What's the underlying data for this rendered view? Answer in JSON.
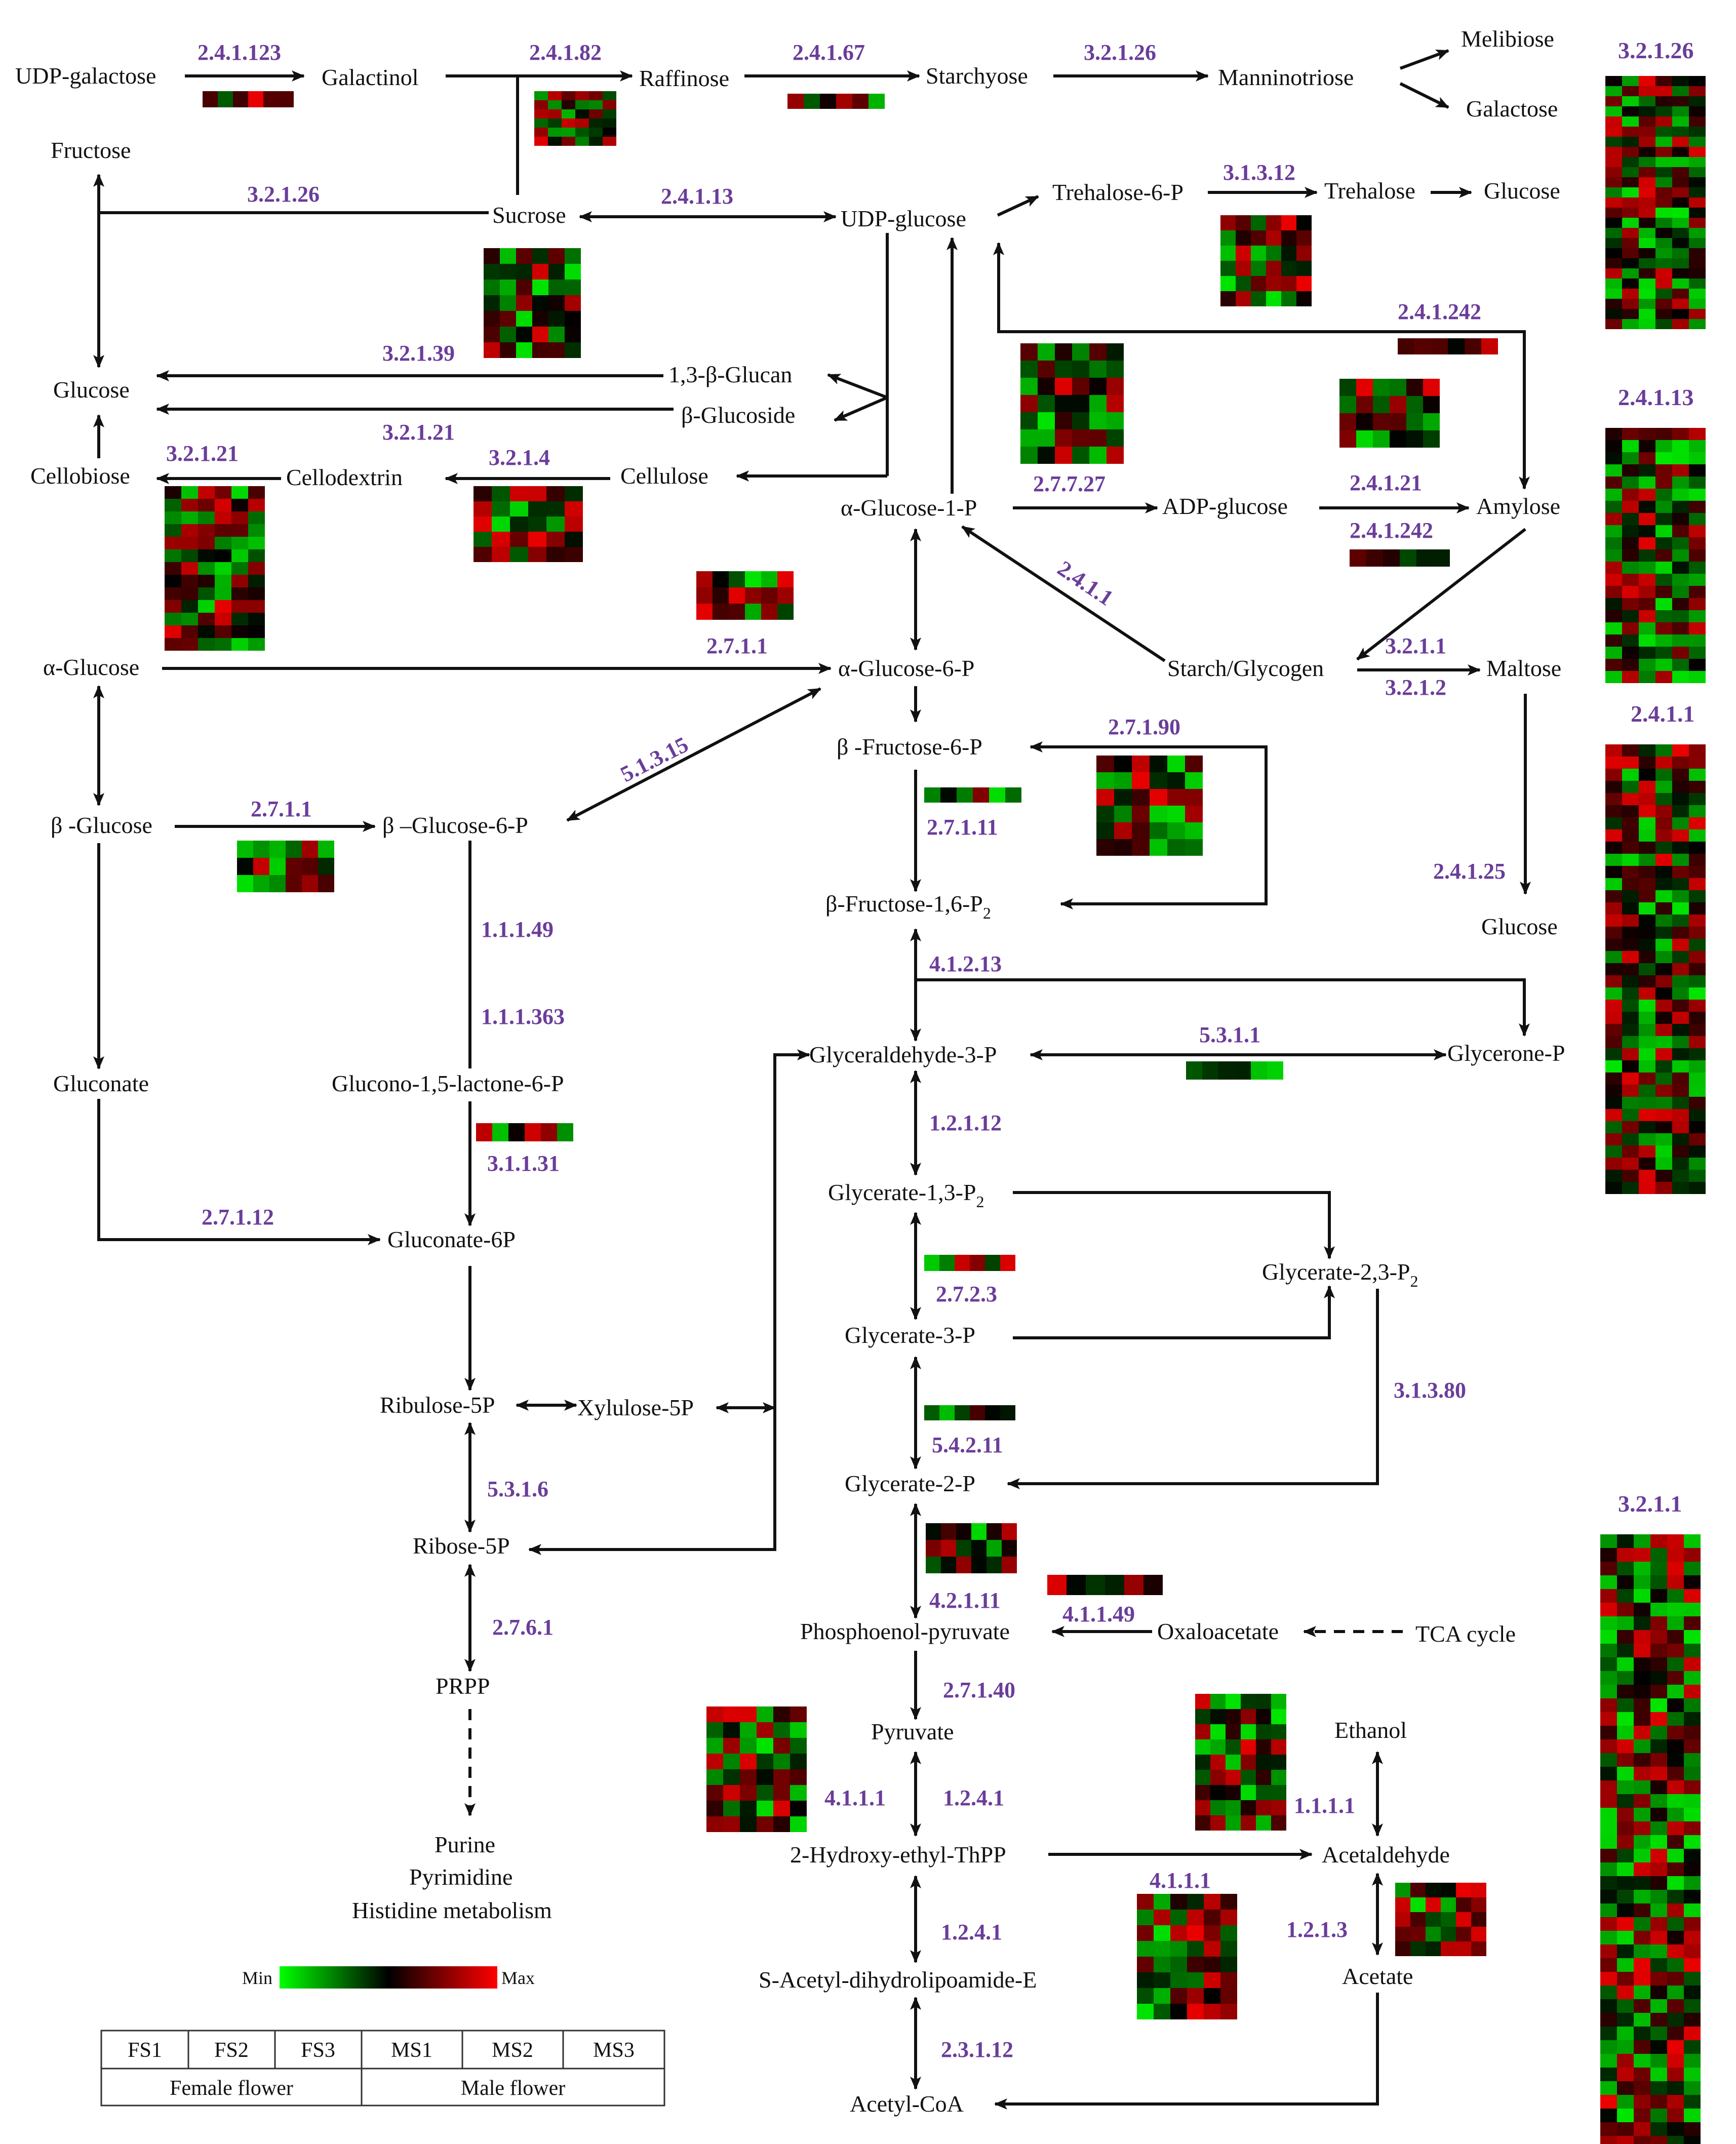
{
  "metabolites": {
    "udp_galactose": "UDP-galactose",
    "galactinol": "Galactinol",
    "raffinose": "Raffinose",
    "starchyose": "Starchyose",
    "manninotriose": "Manninotriose",
    "melibiose": "Melibiose",
    "galactose": "Galactose",
    "fructose": "Fructose",
    "sucrose": "Sucrose",
    "udp_glucose": "UDP-glucose",
    "trehalose_6_p": "Trehalose-6-P",
    "trehalose": "Trehalose",
    "glucose_top": "Glucose",
    "glucose_left": "Glucose",
    "glucan": "1,3-β-Glucan",
    "glucoside": "β-Glucoside",
    "cellobiose": "Cellobiose",
    "cellodextrin": "Cellodextrin",
    "cellulose": "Cellulose",
    "a_glucose_1_p": "α-Glucose-1-P",
    "adp_glucose": "ADP-glucose",
    "amylose": "Amylose",
    "a_glucose": "α-Glucose",
    "a_glucose_6_p": "α-Glucose-6-P",
    "starch": "Starch/Glycogen",
    "maltose": "Maltose",
    "b_fructose_6_p": "β -Fructose-6-P",
    "b_glucose": "β -Glucose",
    "b_glucose_6_p": "β –Glucose-6-P",
    "b_fructose_16_p2": "β-Fructose-1,6-P",
    "glucose_right": "Glucose",
    "gluconate": "Gluconate",
    "glucono_lactone": "Glucono-1,5-lactone-6-P",
    "g3p": "Glyceraldehyde-3-P",
    "glycerone_p": "Glycerone-P",
    "glycerate_13_p2": "Glycerate-1,3-P",
    "glycerate_23_p2": "Glycerate-2,3-P",
    "gluconate_6p": "Gluconate-6P",
    "glycerate_3_p": "Glycerate-3-P",
    "ribulose_5p": "Ribulose-5P",
    "xylulose_5p": "Xylulose-5P",
    "glycerate_2_p": "Glycerate-2-P",
    "ribose_5p": "Ribose-5P",
    "pep": "Phosphoenol-pyruvate",
    "oxaloacetate": "Oxaloacetate",
    "tca": "TCA cycle",
    "prpp": "PRPP",
    "pyruvate": "Pyruvate",
    "ethanol": "Ethanol",
    "hydroxyethyl_thpp": "2-Hydroxy-ethyl-ThPP",
    "acetaldehyde": "Acetaldehyde",
    "purine": "Purine",
    "pyrimidine": "Pyrimidine",
    "histidine": "Histidine metabolism",
    "acetate": "Acetate",
    "s_acetyl": "S-Acetyl-dihydrolipoamide-E",
    "acetyl_coa": "Acetyl-CoA",
    "sub2": "2"
  },
  "enzymes": {
    "e_2_4_1_123": "2.4.1.123",
    "e_2_4_1_82": "2.4.1.82",
    "e_2_4_1_67": "2.4.1.67",
    "e_3_2_1_26_top": "3.2.1.26",
    "e_3_2_1_26_left": "3.2.1.26",
    "e_2_4_1_13": "2.4.1.13",
    "e_3_1_3_12": "3.1.3.12",
    "e_2_4_1_242_top": "2.4.1.242",
    "e_3_2_1_39": "3.2.1.39",
    "e_3_2_1_21_mid": "3.2.1.21",
    "e_3_2_1_21_left": "3.2.1.21",
    "e_3_2_1_4": "3.2.1.4",
    "e_2_7_7_27": "2.7.7.27",
    "e_2_4_1_21": "2.4.1.21",
    "e_2_4_1_242_bot": "2.4.1.242",
    "e_2_4_1_1": "2.4.1.1",
    "e_2_7_1_1_top": "2.7.1.1",
    "e_3_2_1_1": "3.2.1.1",
    "e_3_2_1_2": "3.2.1.2",
    "e_5_1_3_15": "5.1.3.15",
    "e_2_7_1_90": "2.7.1.90",
    "e_2_7_1_1_left": "2.7.1.1",
    "e_2_7_1_11": "2.7.1.11",
    "e_2_4_1_25": "2.4.1.25",
    "e_1_1_1_49": "1.1.1.49",
    "e_4_1_2_13": "4.1.2.13",
    "e_1_1_1_363": "1.1.1.363",
    "e_5_3_1_1": "5.3.1.1",
    "e_1_2_1_12": "1.2.1.12",
    "e_3_1_1_31": "3.1.1.31",
    "e_2_7_1_12": "2.7.1.12",
    "e_2_7_2_3": "2.7.2.3",
    "e_3_1_3_80": "3.1.3.80",
    "e_5_4_2_11": "5.4.2.11",
    "e_5_3_1_6": "5.3.1.6",
    "e_4_2_1_11": "4.2.1.11",
    "e_4_1_1_49": "4.1.1.49",
    "e_2_7_6_1": "2.7.6.1",
    "e_2_7_1_40": "2.7.1.40",
    "e_4_1_1_1_left": "4.1.1.1",
    "e_1_2_4_1_top": "1.2.4.1",
    "e_1_1_1_1": "1.1.1.1",
    "e_4_1_1_1_right": "4.1.1.1",
    "e_1_2_1_3": "1.2.1.3",
    "e_1_2_4_1_bot": "1.2.4.1",
    "e_2_3_1_12": "2.3.1.12"
  },
  "right_columns": {
    "c1": "3.2.1.26",
    "c2": "2.4.1.13",
    "c3": "2.4.1.1",
    "c4": "3.2.1.1"
  },
  "legend": {
    "min_label": "Min",
    "max_label": "Max",
    "samples": [
      "FS1",
      "FS2",
      "FS3",
      "MS1",
      "MS2",
      "MS3"
    ],
    "groups": [
      "Female flower",
      "Male flower"
    ],
    "gradient": [
      "#00ff00",
      "#000000",
      "#ff0000"
    ]
  },
  "colors": {
    "enzyme_text": "#6a3d9a",
    "arrows": "#111111"
  }
}
